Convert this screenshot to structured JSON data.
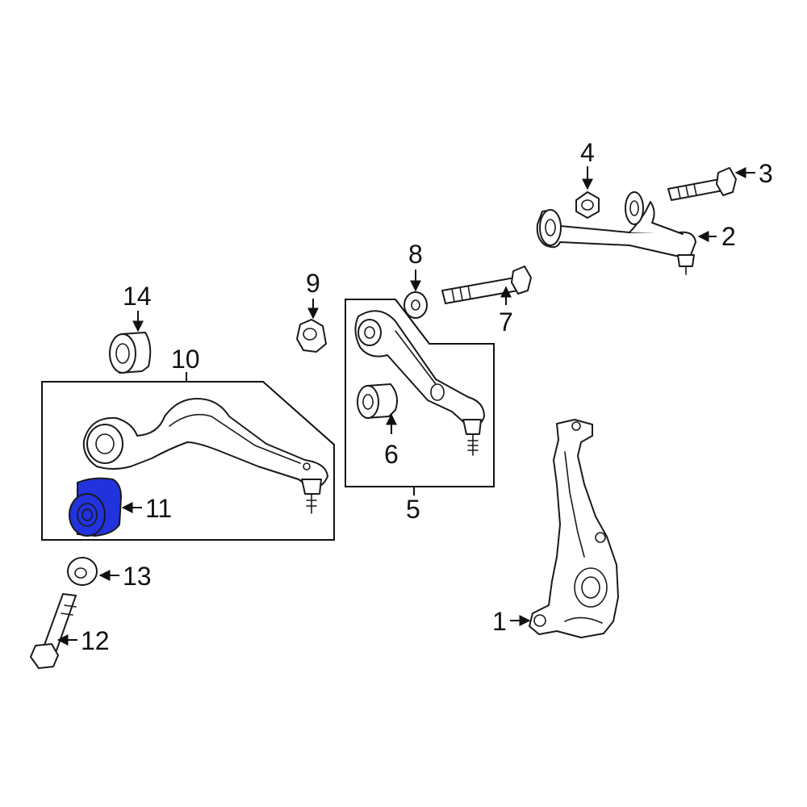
{
  "highlight_color": "#2233dd",
  "callouts": [
    {
      "id": "c1",
      "label": "1"
    },
    {
      "id": "c2",
      "label": "2"
    },
    {
      "id": "c3",
      "label": "3"
    },
    {
      "id": "c4",
      "label": "4"
    },
    {
      "id": "c5",
      "label": "5"
    },
    {
      "id": "c6",
      "label": "6"
    },
    {
      "id": "c7",
      "label": "7"
    },
    {
      "id": "c8",
      "label": "8"
    },
    {
      "id": "c9",
      "label": "9"
    },
    {
      "id": "c10",
      "label": "10"
    },
    {
      "id": "c11",
      "label": "11"
    },
    {
      "id": "c12",
      "label": "12"
    },
    {
      "id": "c13",
      "label": "13"
    },
    {
      "id": "c14",
      "label": "14"
    }
  ],
  "highlighted_part": "11"
}
